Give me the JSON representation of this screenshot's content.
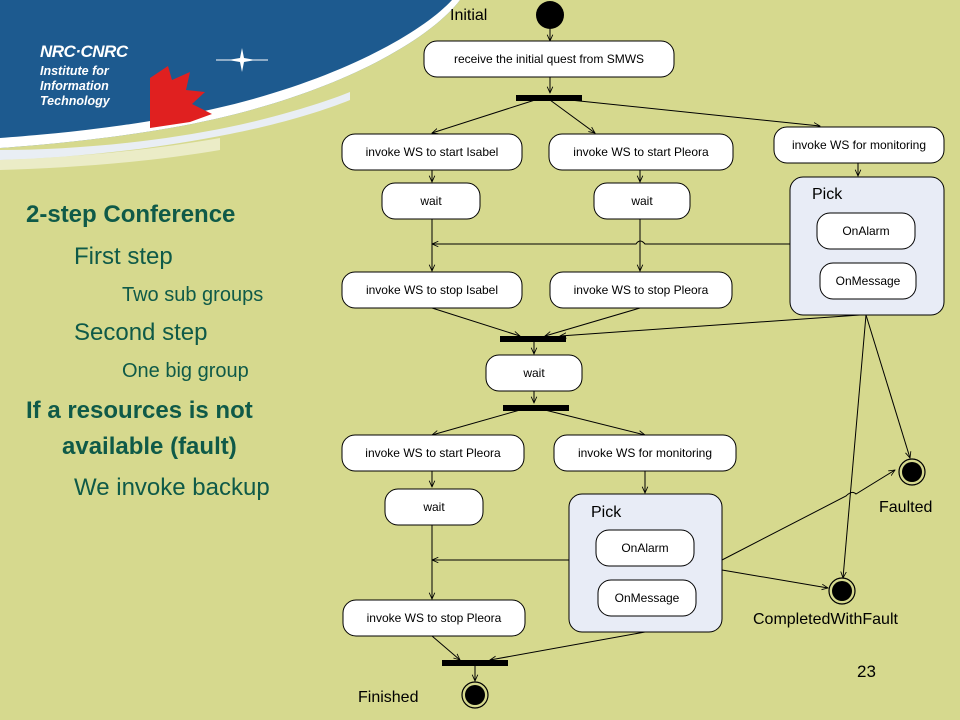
{
  "logo": {
    "org": "NRC·CNRC",
    "institute": [
      "Institute for",
      "Information",
      "Technology"
    ]
  },
  "bullets": {
    "item1": "2-step Conference",
    "item1_sub1": "First step",
    "item1_sub1_detail": "Two sub groups",
    "item1_sub2": "Second step",
    "item1_sub2_detail": "One big group",
    "item2_line1": "If a resources is not",
    "item2_line2": "available (fault)",
    "item2_sub1": "We invoke backup"
  },
  "diagram": {
    "initial_label": "Initial",
    "receive": "receive the initial quest from SMWS",
    "start_isabel": "invoke WS to start Isabel",
    "start_pleora_1": "invoke WS to start Pleora",
    "monitoring_1": "invoke WS for monitoring",
    "wait_1": "wait",
    "wait_2": "wait",
    "pick_1": {
      "title": "Pick",
      "alarm": "OnAlarm",
      "message": "OnMessage"
    },
    "stop_isabel": "invoke WS to stop Isabel",
    "stop_pleora_1": "invoke WS to stop Pleora",
    "wait_3": "wait",
    "start_pleora_2": "invoke WS to start Pleora",
    "monitoring_2": "invoke WS for monitoring",
    "wait_4": "wait",
    "pick_2": {
      "title": "Pick",
      "alarm": "OnAlarm",
      "message": "OnMessage"
    },
    "stop_pleora_2": "invoke WS to stop Pleora",
    "faulted_label": "Faulted",
    "completed_label": "CompletedWithFault",
    "finished_label": "Finished"
  },
  "page_number": "23"
}
